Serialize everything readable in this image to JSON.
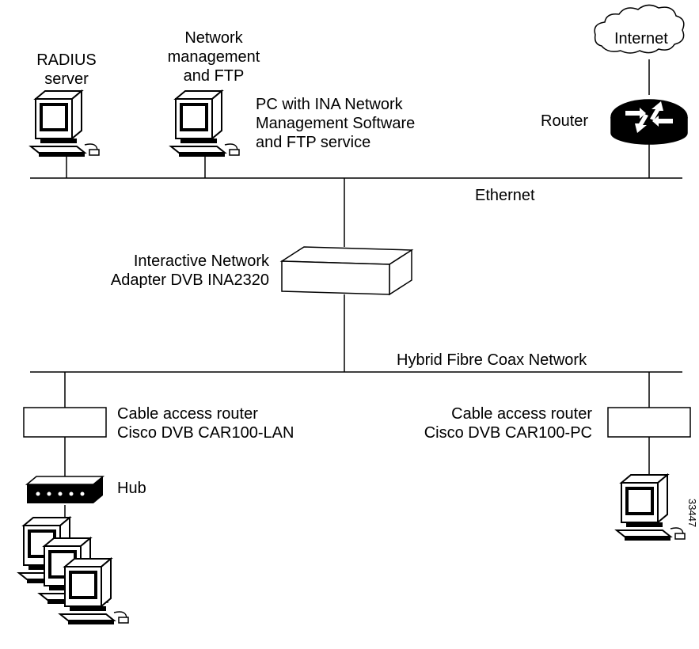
{
  "labels": {
    "radius_server": [
      "RADIUS",
      "server"
    ],
    "network_mgmt": [
      "Network",
      "management",
      "and FTP"
    ],
    "pc_ina": [
      "PC with INA Network",
      "Management Software",
      "and FTP service"
    ],
    "internet": "Internet",
    "router": "Router",
    "ethernet": "Ethernet",
    "ina": [
      "Interactive Network",
      "Adapter DVB INA2320"
    ],
    "hfc": "Hybrid Fibre Coax Network",
    "car_lan": [
      "Cable access router",
      "Cisco DVB CAR100-LAN"
    ],
    "car_pc": [
      "Cable access router",
      "Cisco DVB CAR100-PC"
    ],
    "hub": "Hub",
    "figure_id": "33447"
  }
}
